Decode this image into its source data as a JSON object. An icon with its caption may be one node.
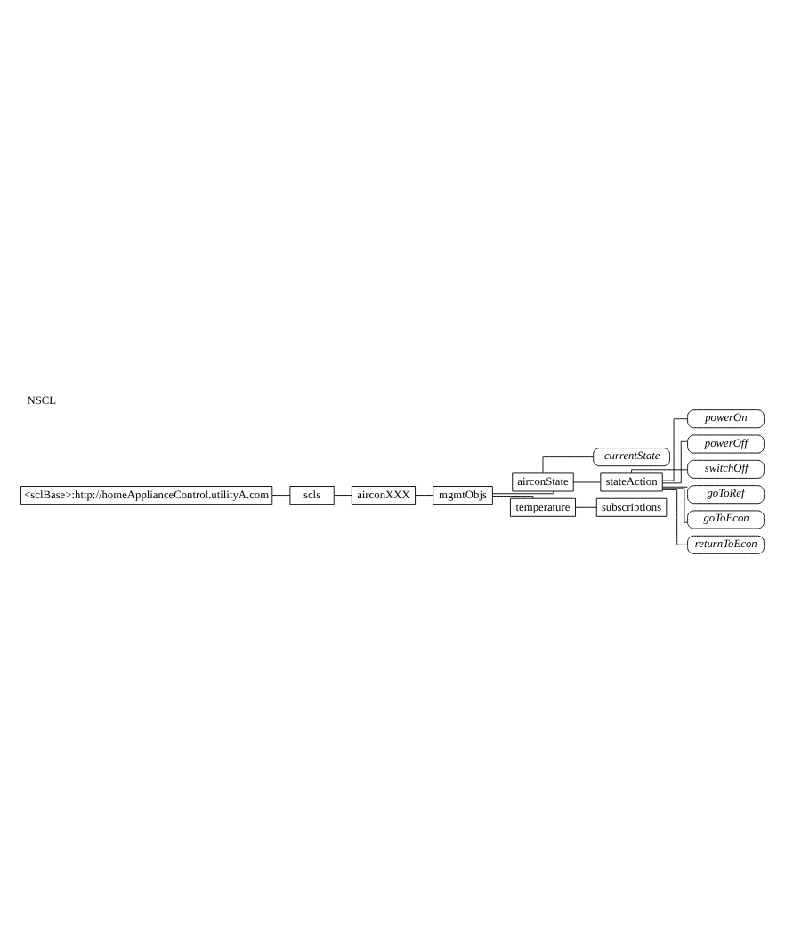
{
  "diagram": {
    "title": "NSCL",
    "nodes": [
      {
        "text": [
          "<sclBase>:http://homeApplianceControl.utilityA.com"
        ]
      },
      {
        "text": [
          "scls"
        ]
      },
      {
        "text": [
          "airconXXX"
        ]
      },
      {
        "text": [
          "mgmtObjs"
        ]
      },
      {
        "text": [
          "airconState"
        ]
      },
      {
        "text": [
          "currentState"
        ]
      },
      {
        "text": [
          "stateAction"
        ]
      },
      {
        "text": [
          "powerOn"
        ]
      },
      {
        "text": [
          "powerOff"
        ]
      },
      {
        "text": [
          "switchOff"
        ]
      },
      {
        "text": [
          "goToRef"
        ]
      },
      {
        "text": [
          "goToEcon"
        ]
      },
      {
        "text": [
          "returnToEcon"
        ]
      },
      {
        "text": [
          "temperature"
        ]
      },
      {
        "text": [
          "subscriptions"
        ]
      }
    ],
    "edges": [
      {
        "from": 0,
        "to": 1,
        "arrow": "none"
      },
      {
        "from": 1,
        "to": 2,
        "arrow": "none"
      },
      {
        "from": 2,
        "to": 3,
        "arrow": "none"
      },
      {
        "from": 3,
        "to": 4,
        "arrow": "none"
      },
      {
        "from": 4,
        "to": 5,
        "arrow": "none"
      },
      {
        "from": 4,
        "to": 6,
        "arrow": "none"
      },
      {
        "from": 6,
        "to": 7,
        "arrow": "none"
      },
      {
        "from": 6,
        "to": 8,
        "arrow": "none"
      },
      {
        "from": 6,
        "to": 9,
        "arrow": "none"
      },
      {
        "from": 6,
        "to": 10,
        "arrow": "none"
      },
      {
        "from": 6,
        "to": 11,
        "arrow": "none"
      },
      {
        "from": 6,
        "to": 12,
        "arrow": "none"
      },
      {
        "from": 3,
        "to": 13,
        "arrow": "none"
      },
      {
        "from": 13,
        "to": 14,
        "arrow": "none"
      }
    ]
  }
}
